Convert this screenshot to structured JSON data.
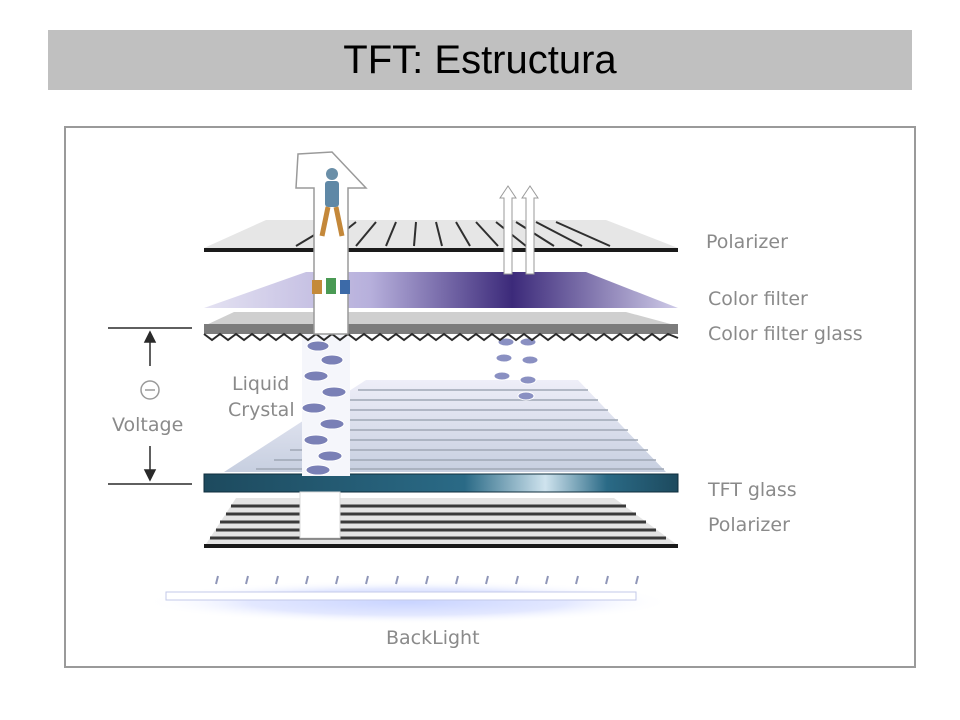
{
  "title": "TFT: Estructura",
  "labels": {
    "polarizer_top": "Polarizer",
    "color_filter": "Color filter",
    "color_filter_glass": "Color filter glass",
    "liquid": "Liquid",
    "crystal": "Crystal",
    "voltage": "Voltage",
    "tft_glass": "TFT glass",
    "polarizer_bottom": "Polarizer",
    "backlight": "BackLight"
  },
  "colors": {
    "title_bar": "#c0c0c0",
    "label_gray": "#8a8a8a",
    "color_filter_purple": "#3c2a7a",
    "tft_glass_teal": "#1d4a5e"
  },
  "icons": [
    "light-arrow-icon",
    "viewer-figure-icon",
    "voltage-source-icon"
  ]
}
